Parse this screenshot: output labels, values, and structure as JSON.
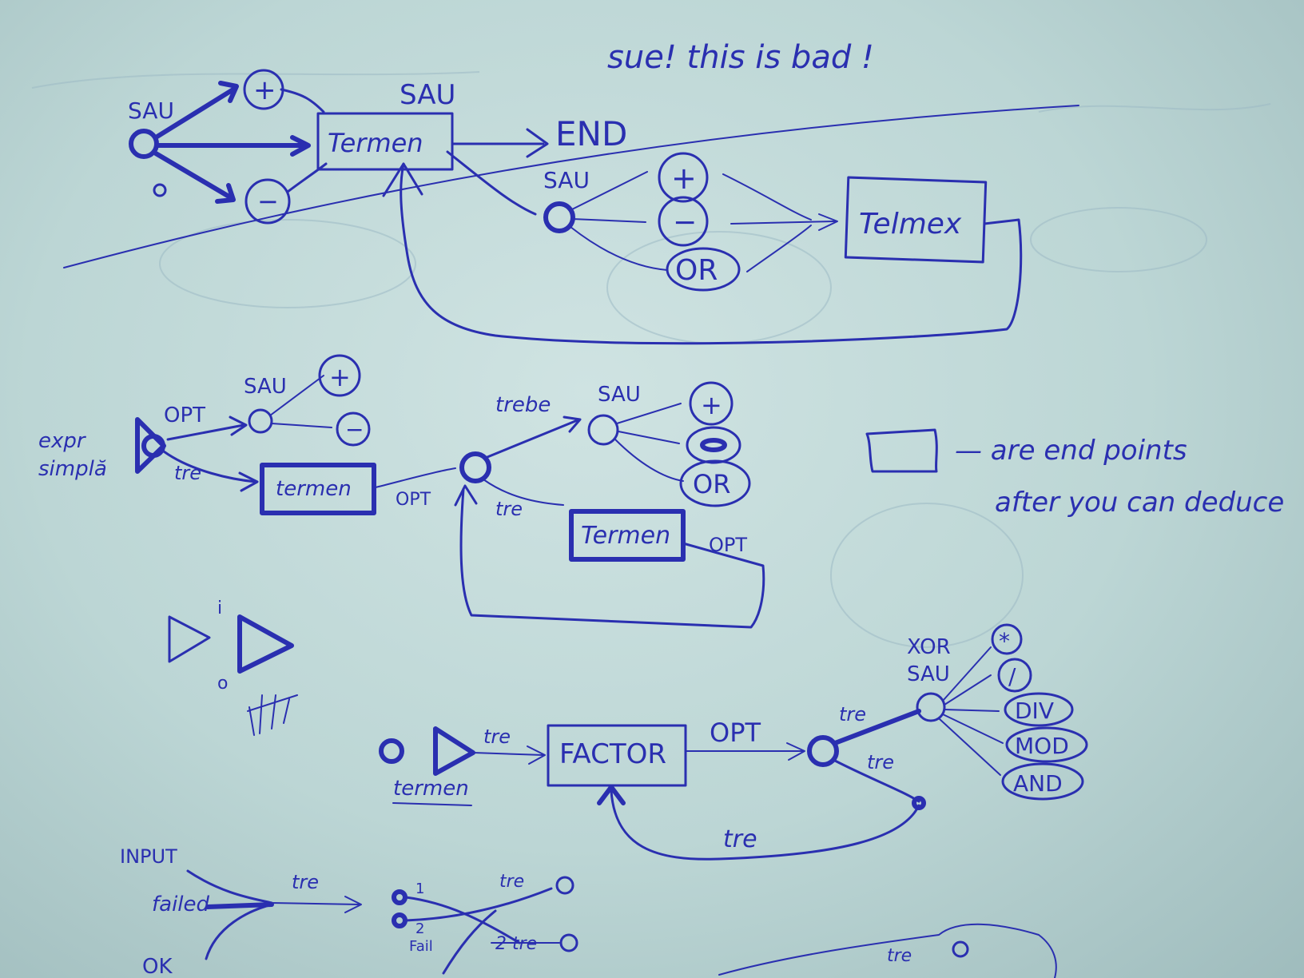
{
  "note_top": "sue! this is bad !",
  "sau": "SAU",
  "end": "END",
  "termen": "Termen",
  "telmex": "Telmex",
  "plus": "+",
  "minus": "−",
  "or": "OR",
  "opt": "OPT",
  "tre": "tre",
  "trebe": "trebe",
  "expr_simpla_1": "expr",
  "expr_simpla_2": "simplă",
  "termen_box": "termen",
  "termen_box2": "Termen",
  "legend_line1": "— are end points",
  "legend_line2": "after you can deduce",
  "triangle_i": "i",
  "triangle_o": "o",
  "xor": "XOR",
  "factor": "FACTOR",
  "op_times": "*",
  "op_div_slash": "/",
  "op_div": "DIV",
  "op_mod": "MOD",
  "op_and": "AND",
  "termen_label": "termen",
  "input": "INPUT",
  "failed": "failed",
  "ok": "OK",
  "one": "1",
  "two": "2",
  "fail": "Fail",
  "zero": "0",
  "two_tre": "2 tre",
  "colors": {
    "ink": "#2a2fb0",
    "paper": "#c6dcdb"
  }
}
